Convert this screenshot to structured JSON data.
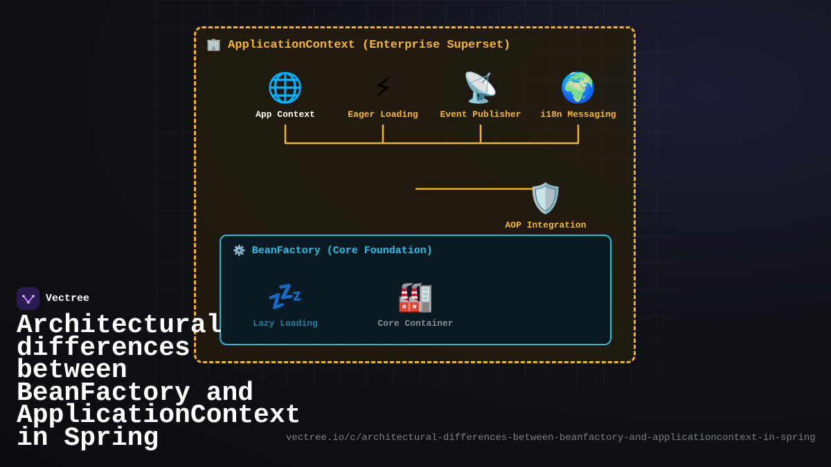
{
  "diagram": {
    "app_context": {
      "title": "ApplicationContext (Enterprise Superset)",
      "title_icon": "🏢",
      "title_icon_name": "office-building-icon",
      "nodes": [
        {
          "id": "app-context",
          "label": "App Context",
          "icon": "🌐",
          "icon_name": "globe-with-meridians-icon"
        },
        {
          "id": "eager-loading",
          "label": "Eager Loading",
          "icon": "⚡",
          "icon_name": "lightning-icon"
        },
        {
          "id": "event-publisher",
          "label": "Event Publisher",
          "icon": "📡",
          "icon_name": "satellite-antenna-icon"
        },
        {
          "id": "i18n-messaging",
          "label": "i18n Messaging",
          "icon": "🌍",
          "icon_name": "earth-globe-icon"
        }
      ],
      "aop": {
        "label": "AOP Integration",
        "icon": "🛡️",
        "icon_name": "shield-icon"
      }
    },
    "bean_factory": {
      "title": "BeanFactory (Core Foundation)",
      "title_icon": "⚙️",
      "title_icon_name": "gear-icon",
      "nodes": [
        {
          "id": "lazy-loading",
          "label": "Lazy Loading",
          "icon": "💤",
          "icon_name": "sleeping-zzz-icon"
        },
        {
          "id": "core-container",
          "label": "Core Container",
          "icon": "🏭",
          "icon_name": "factory-icon"
        }
      ]
    },
    "colors": {
      "accent_gold": "#f5b82a",
      "accent_cyan": "#22c3ea"
    }
  },
  "brand": {
    "name": "Vectree",
    "logo_icon": "vectree-logo-icon"
  },
  "headline": "Architectural differences between BeanFactory and ApplicationContext in Spring",
  "url": "vectree.io/c/architectural-differences-between-beanfactory-and-applicationcontext-in-spring"
}
